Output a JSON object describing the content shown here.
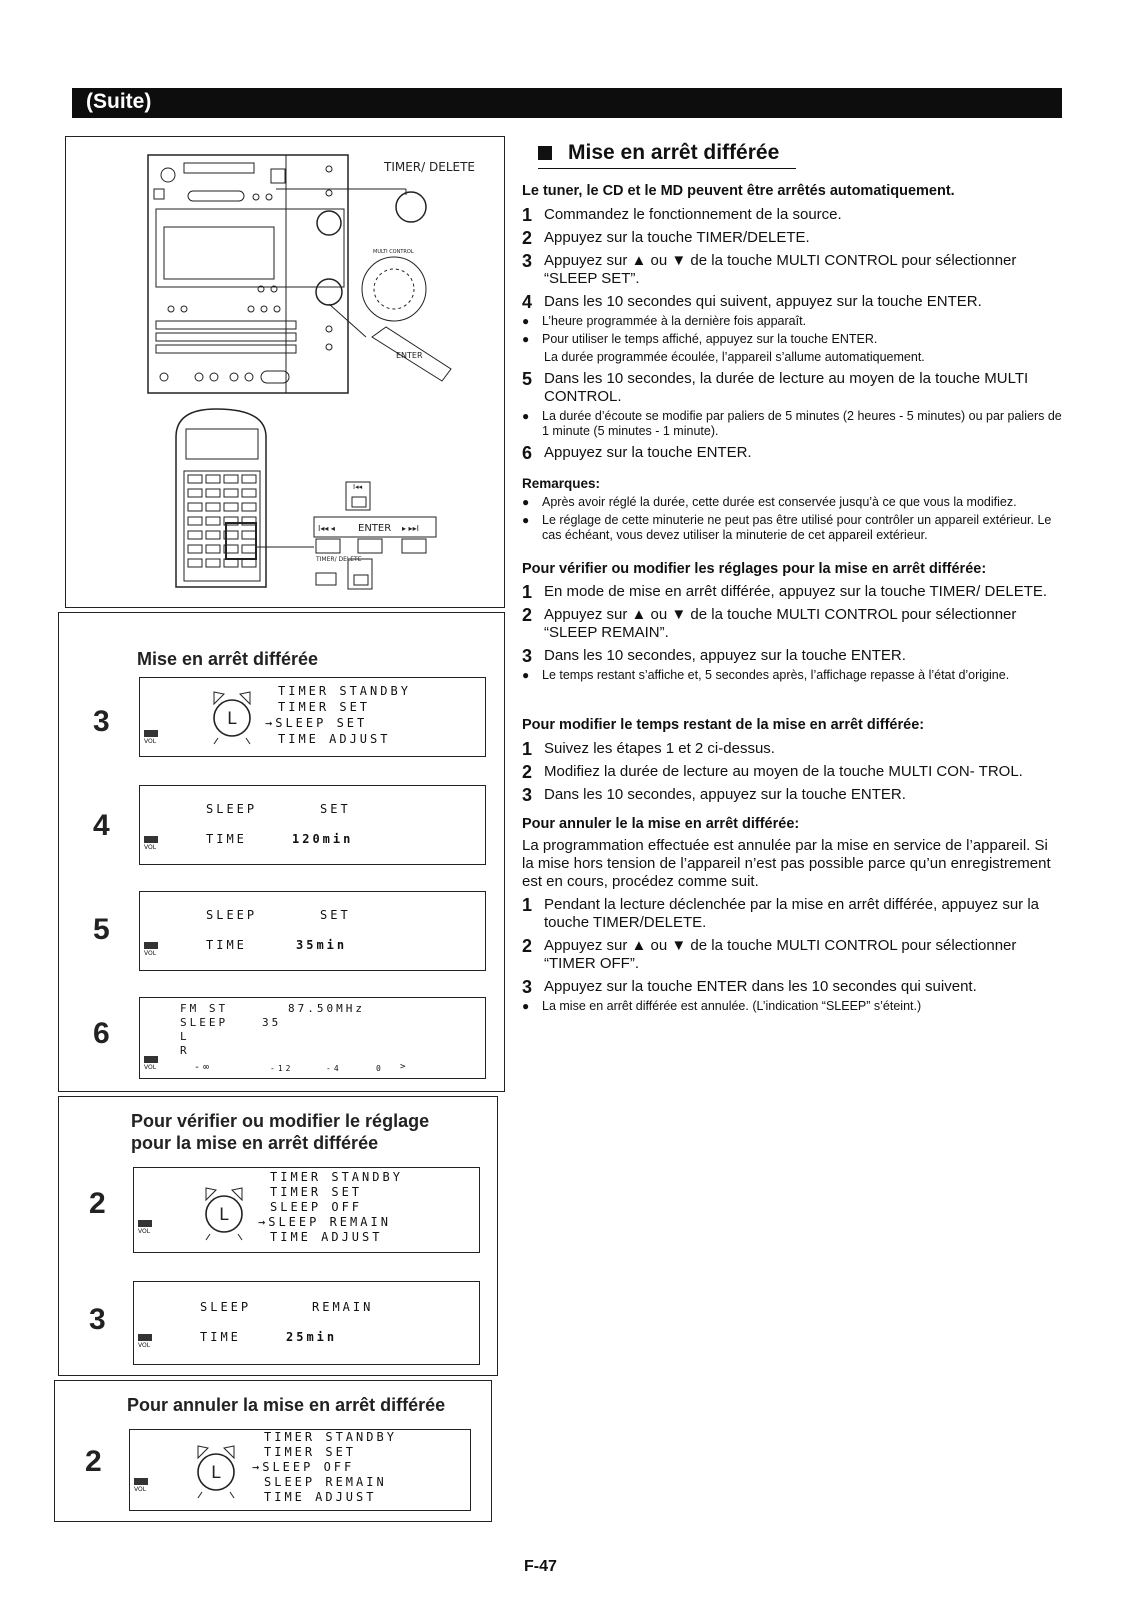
{
  "header": {
    "label": "(Suite)"
  },
  "illustration": {
    "timer_delete_label": "TIMER/ DELETE",
    "multi_control_label": "MULTI CONTROL",
    "enter_label": "ENTER",
    "remote_enter": "ENTER",
    "remote_timer_delete": "TIMER/ DELETE"
  },
  "panel_sleep": {
    "title": "Mise en arrêt différée",
    "displays": [
      {
        "step": "3",
        "lines": [
          "TIMER STANDBY",
          "TIMER SET",
          "→SLEEP SET",
          "TIME ADJUST"
        ]
      },
      {
        "step": "4",
        "lines": [
          "SLEEP",
          "SET",
          "TIME",
          "120min"
        ]
      },
      {
        "step": "5",
        "lines": [
          "SLEEP",
          "SET",
          "TIME",
          "35min"
        ]
      },
      {
        "step": "6",
        "lines": [
          "FM ST",
          "87.50MHz",
          "SLEEP",
          "35",
          "L",
          "R",
          "-∞",
          "-12",
          "-4",
          "0",
          ">"
        ]
      }
    ]
  },
  "panel_check": {
    "title": "Pour vérifier ou modifier le réglage pour la mise en arrêt différée",
    "displays": [
      {
        "step": "2",
        "lines": [
          "TIMER STANDBY",
          "TIMER SET",
          "SLEEP OFF",
          "→SLEEP REMAIN",
          "TIME ADJUST"
        ]
      },
      {
        "step": "3",
        "lines": [
          "SLEEP",
          "REMAIN",
          "TIME",
          "25min"
        ]
      }
    ]
  },
  "panel_cancel": {
    "title": "Pour annuler la mise en arrêt différée",
    "display": {
      "step": "2",
      "lines": [
        "TIMER STANDBY",
        "TIMER SET",
        "→SLEEP OFF",
        "SLEEP REMAIN",
        "TIME ADJUST"
      ]
    }
  },
  "vol_label": "VOL",
  "main": {
    "title": "Mise en arrêt différée",
    "subtitle": "Le tuner, le CD et le MD peuvent être arrêtés automatiquement.",
    "steps": [
      {
        "n": "1",
        "text": "Commandez le fonctionnement de la source."
      },
      {
        "n": "2",
        "text": "Appuyez sur la touche TIMER/DELETE."
      },
      {
        "n": "3",
        "text": "Appuyez sur ▲ ou ▼ de la touche MULTI CONTROL pour sélectionner “SLEEP SET”."
      },
      {
        "n": "4",
        "text": "Dans les 10 secondes qui suivent, appuyez sur la touche ENTER."
      }
    ],
    "bullets_4": [
      "L’heure programmée à la dernière fois apparaît.",
      "Pour utiliser le temps affiché, appuyez sur la touche ENTER."
    ],
    "note_4": "La durée programmée écoulée, l’appareil s’allume automatiquement.",
    "step5": {
      "n": "5",
      "text": "Dans les 10 secondes, la durée de lecture au moyen de la touche MULTI CONTROL."
    },
    "bullet_5": "La durée d’écoute se modifie par paliers de 5 minutes (2 heures - 5 minutes) ou par paliers de 1 minute (5 minutes - 1 minute).",
    "step6": {
      "n": "6",
      "text": "Appuyez sur la touche ENTER."
    },
    "remarks_title": "Remarques:",
    "remarks": [
      "Après avoir réglé la durée, cette durée est conservée jusqu’à ce que vous la modifiez.",
      "Le réglage de cette minuterie ne peut pas être utilisé pour contrôler un appareil extérieur. Le cas échéant, vous devez utiliser la minuterie de cet appareil extérieur."
    ],
    "verify_title": "Pour vérifier ou modifier les réglages pour la mise en arrêt différée:",
    "verify_steps": [
      {
        "n": "1",
        "text": "En mode de mise en arrêt différée, appuyez sur la touche TIMER/ DELETE."
      },
      {
        "n": "2",
        "text": "Appuyez sur ▲ ou ▼ de la touche MULTI CONTROL pour sélectionner “SLEEP REMAIN”."
      },
      {
        "n": "3",
        "text": "Dans les 10 secondes, appuyez sur la touche ENTER."
      }
    ],
    "verify_bullet": "Le temps restant s’affiche et, 5 secondes après, l’affichage repasse à l’état d’origine.",
    "modify_title": "Pour modifier le temps restant de la mise en arrêt différée:",
    "modify_steps": [
      {
        "n": "1",
        "text": "Suivez les étapes 1 et 2 ci-dessus."
      },
      {
        "n": "2",
        "text": "Modifiez la durée de lecture au moyen de la touche MULTI CON- TROL."
      },
      {
        "n": "3",
        "text": "Dans les 10 secondes, appuyez sur la touche ENTER."
      }
    ],
    "cancel_title": "Pour annuler le la mise en arrêt différée:",
    "cancel_intro": "La programmation effectuée est annulée par la mise en service de l’appareil. Si la mise hors tension de l’appareil n’est pas possible parce qu’un enregistrement est en cours, procédez comme suit.",
    "cancel_steps": [
      {
        "n": "1",
        "text": "Pendant la lecture déclenchée par la mise en arrêt différée, appuyez sur la touche TIMER/DELETE."
      },
      {
        "n": "2",
        "text": "Appuyez sur ▲ ou ▼ de la touche MULTI CONTROL pour sélectionner “TIMER OFF”."
      },
      {
        "n": "3",
        "text": "Appuyez sur la touche ENTER dans les 10 secondes qui suivent."
      }
    ],
    "cancel_bullet": "La mise en arrêt différée est annulée. (L’indication “SLEEP” s’éteint.)"
  },
  "page_number": "F-47"
}
